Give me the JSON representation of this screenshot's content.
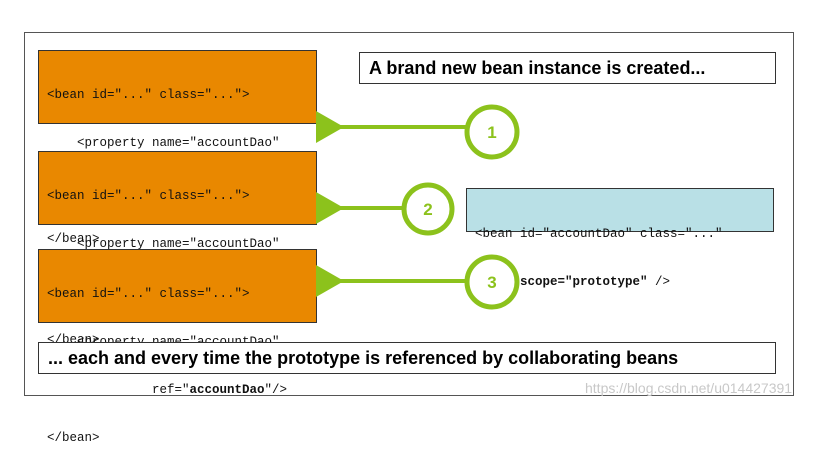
{
  "colors": {
    "bean_fill": "#e98800",
    "proto_fill": "#b9e0e6",
    "arrow_green": "#8cc21c"
  },
  "bean_block": {
    "line1": "<bean id=\"...\" class=\"...\">",
    "line2_pre": "    <property name=\"accountDao\"",
    "line3_pre": "              ref=\"",
    "line3_bold": "accountDao",
    "line3_post": "\"/>",
    "line4": "</bean>"
  },
  "prototype_definition": {
    "line1": "<bean id=\"accountDao\" class=\"...\"",
    "line2_pre": "      ",
    "line2_bold": "scope=\"prototype\"",
    "line2_post": " />"
  },
  "captions": {
    "top": "A brand new bean instance is created...",
    "bottom": "... each and every time the prototype is referenced by collaborating beans"
  },
  "steps": [
    "1",
    "2",
    "3"
  ],
  "watermark": "https://blog.csdn.net/u014427391"
}
